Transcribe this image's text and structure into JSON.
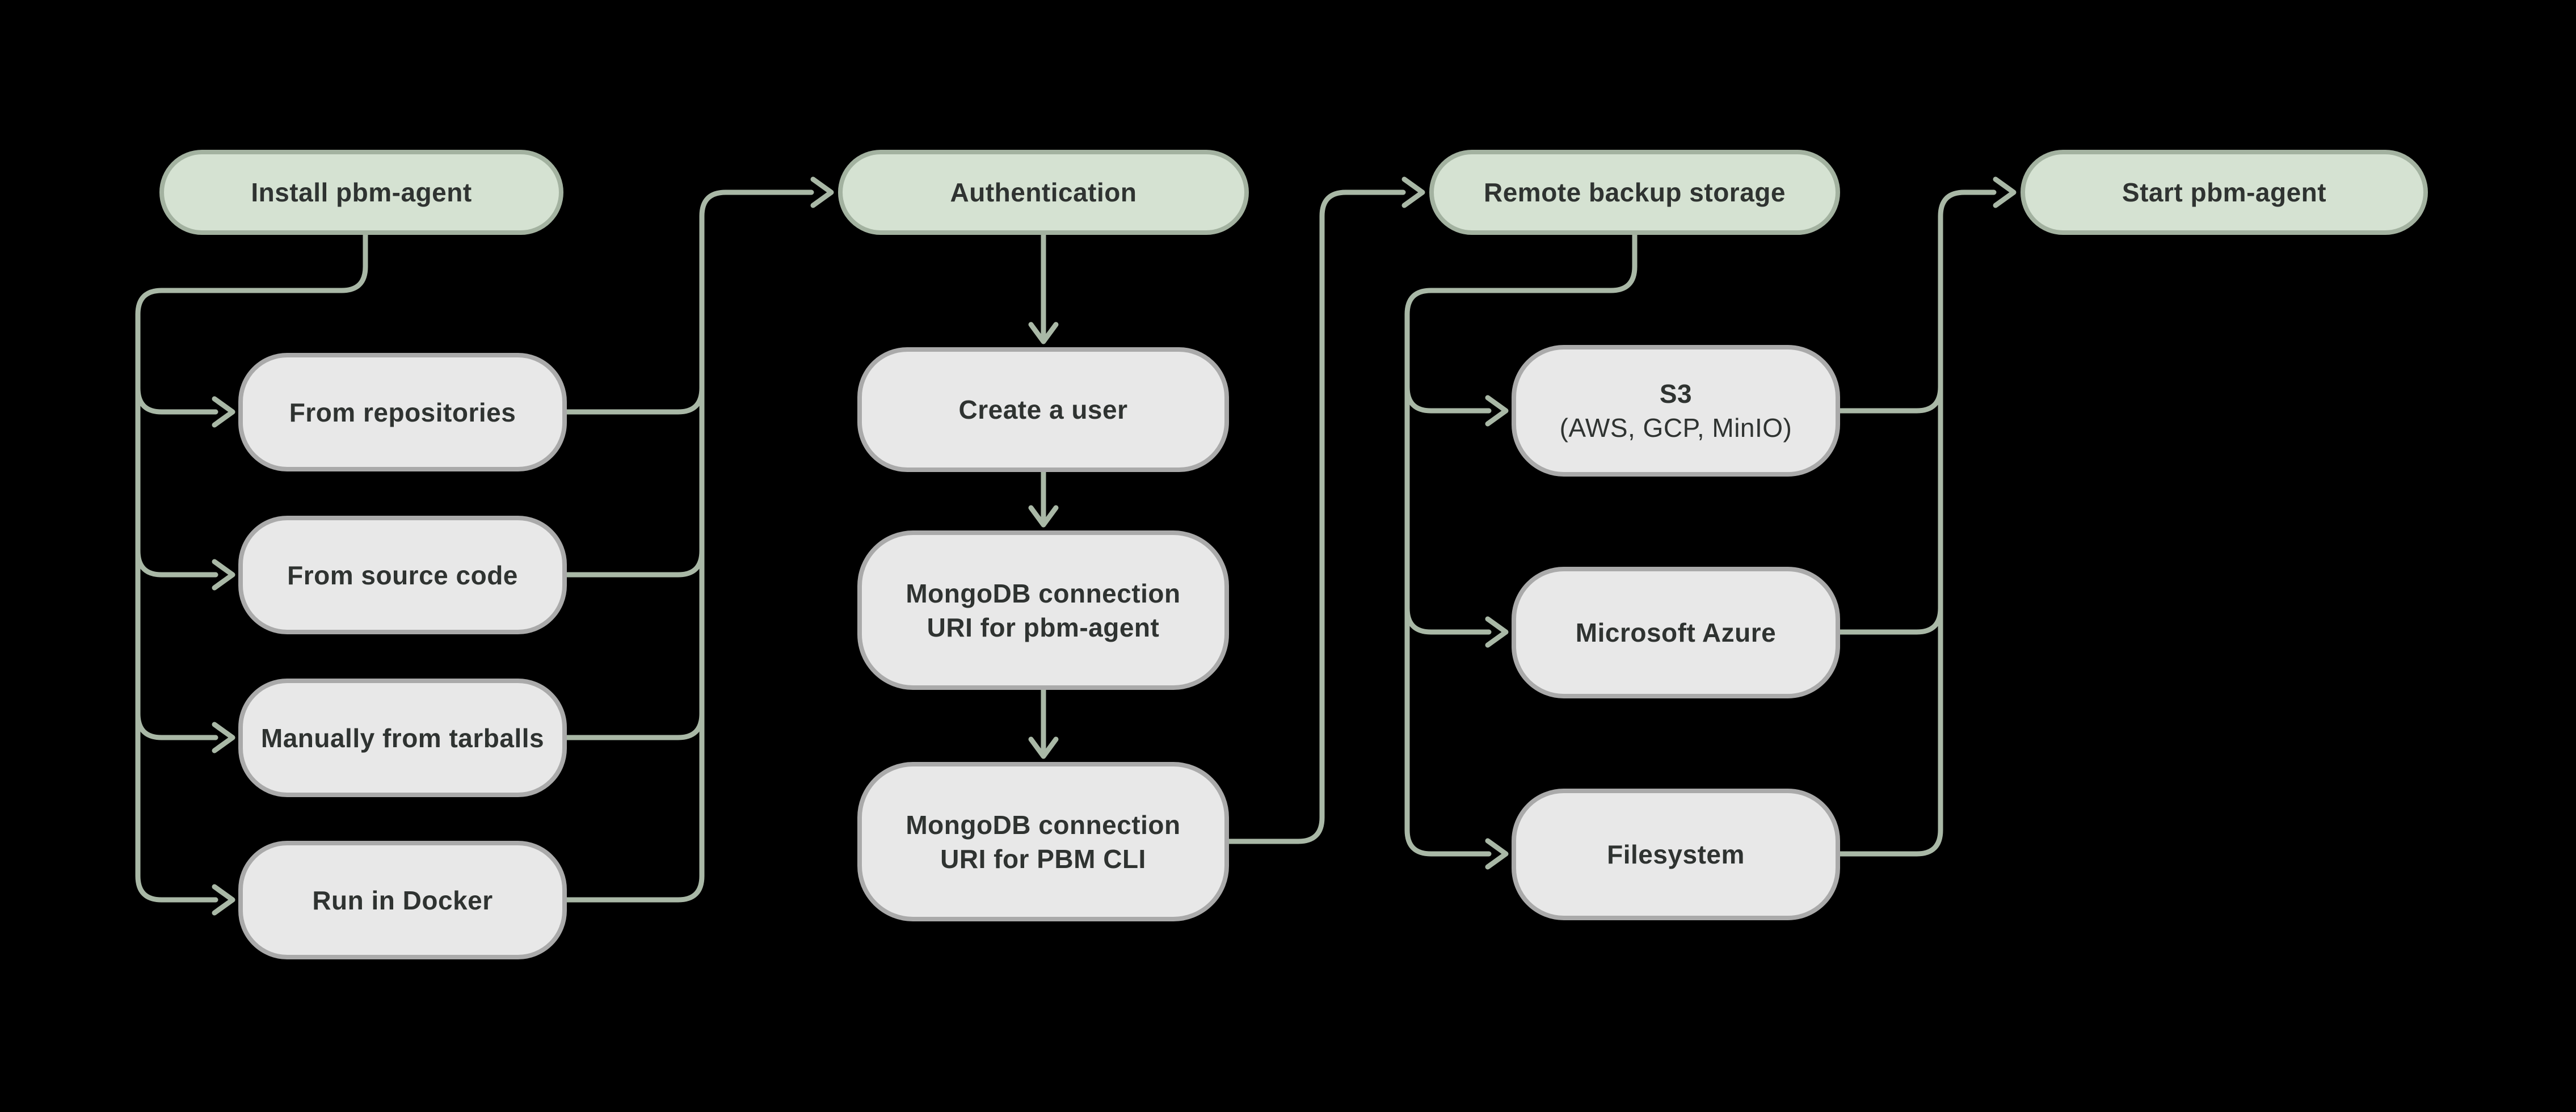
{
  "colors": {
    "background": "#000000",
    "stage_fill": "#d5e2d2",
    "stage_border": "#a3b2a0",
    "option_fill": "#e8e8e8",
    "option_border": "#aaaaaa",
    "connector": "#a9b8a6",
    "label_text": "#2f3331"
  },
  "stages": {
    "install": "Install pbm-agent",
    "authentication": "Authentication",
    "remote_storage": "Remote backup storage",
    "start_agent": "Start pbm-agent"
  },
  "install_options": {
    "repositories": "From repositories",
    "source_code": "From source code",
    "tarballs": "Manually from tarballs",
    "docker": "Run in Docker"
  },
  "auth_steps": {
    "create_user": "Create a user",
    "uri_pbm_agent_line1": "MongoDB connection",
    "uri_pbm_agent_line2": "URI for pbm-agent",
    "uri_pbm_cli_line1": "MongoDB connection",
    "uri_pbm_cli_line2": "URI for PBM CLI"
  },
  "storage_options": {
    "s3_line1": "S3",
    "s3_line2": "(AWS, GCP, MinIO)",
    "azure": "Microsoft Azure",
    "filesystem": "Filesystem"
  }
}
